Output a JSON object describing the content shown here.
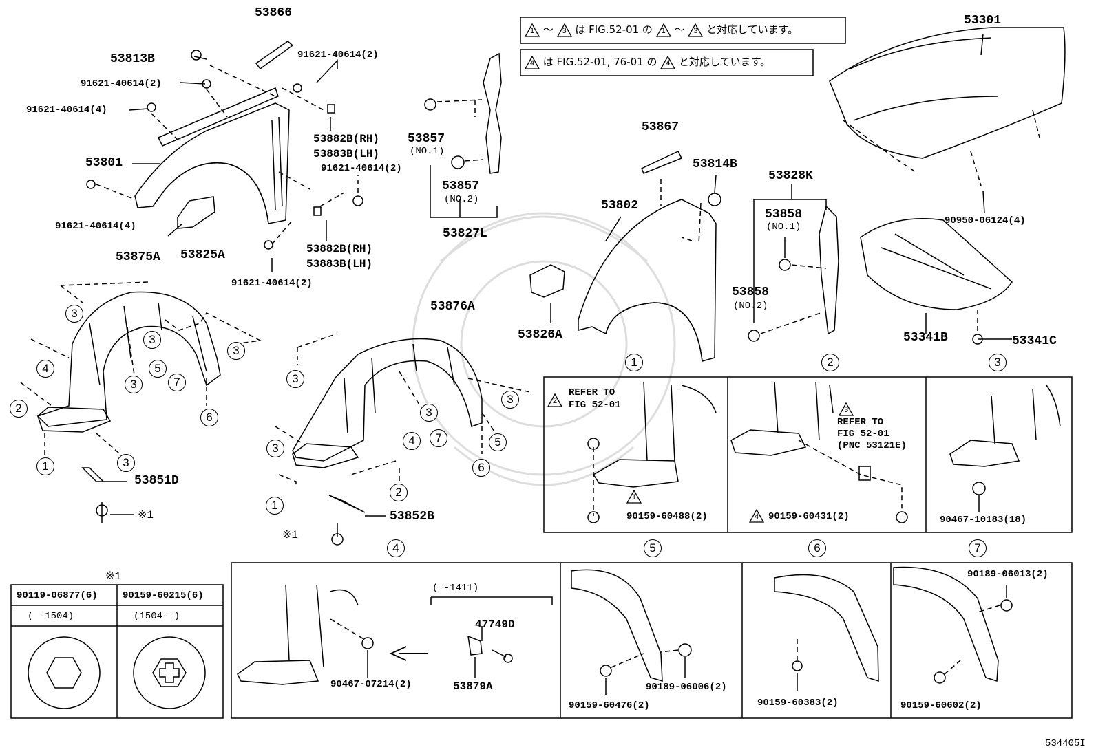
{
  "notes": {
    "note1": {
      "tri_a": "1",
      "tilde": "～",
      "tri_b": "3",
      "text1": "は FIG.52-01 の",
      "tri_c": "1",
      "tilde2": "～",
      "tri_d": "3",
      "text2": "と対応しています。"
    },
    "note2": {
      "tri_a": "4",
      "text1": "は FIG.52-01, 76-01 の",
      "tri_b": "4",
      "text2": "と対応しています。"
    }
  },
  "parts": {
    "p53866": "53866",
    "p53813B": "53813B",
    "p91621_a": "91621-40614(2)",
    "p91621_b": "91621-40614(2)",
    "p91621_c": "91621-40614(4)",
    "p53801": "53801",
    "p53882B_1": "53882B(RH)",
    "p53883B_1": "53883B(LH)",
    "p91621_d": "91621-40614(2)",
    "p91621_e": "91621-40614(4)",
    "p53825A": "53825A",
    "p53882B_2": "53882B(RH)",
    "p53883B_2": "53883B(LH)",
    "p91621_f": "91621-40614(2)",
    "p53857_1": "53857",
    "p53857_1n": "(NO.1)",
    "p53857_2": "53857",
    "p53857_2n": "(NO.2)",
    "p53827L": "53827L",
    "p53875A": "53875A",
    "p53851D": "53851D",
    "p53876A": "53876A",
    "p53852B": "53852B",
    "p53867": "53867",
    "p53814B": "53814B",
    "p53802": "53802",
    "p53826A": "53826A",
    "p53828K": "53828K",
    "p53858_1": "53858",
    "p53858_1n": "(NO.1)",
    "p53858_2": "53858",
    "p53858_2n": "(NO.2)",
    "p53301": "53301",
    "p90950": "90950-06124(4)",
    "p53341B": "53341B",
    "p53341C": "53341C",
    "star1_a": "※1",
    "star1_b": "※1"
  },
  "callouts": {
    "c1": "1",
    "c2": "2",
    "c3": "3",
    "c4": "4",
    "c5": "5",
    "c6": "6",
    "c7": "7"
  },
  "detail_boxes": {
    "box1": {
      "refer": "REFER TO",
      "fig": "FIG 52-01",
      "tri": "2",
      "tri_bottom": "1",
      "part": "90159-60488(2)"
    },
    "box2": {
      "tri": "3",
      "refer": "REFER TO",
      "fig": "FIG 52-01",
      "pnc": "(PNC 53121E)",
      "tri_bottom": "4",
      "part": "90159-60431(2)"
    },
    "box3": {
      "part": "90467-10183(18)"
    },
    "box4": {
      "range": "(      -1411)",
      "p47749D": "47749D",
      "p53879A": "53879A",
      "p90467": "90467-07214(2)"
    },
    "box5": {
      "p1": "90159-60476(2)",
      "p2": "90189-06006(2)"
    },
    "box6": {
      "p1": "90159-60383(2)"
    },
    "box7": {
      "p1": "90189-06013(2)",
      "p2": "90159-60602(2)"
    }
  },
  "fastener_table": {
    "title": "※1",
    "col1_part": "90119-06877(6)",
    "col2_part": "90159-60215(6)",
    "col1_range": "(      -1504)",
    "col2_range": "(1504-      )"
  },
  "figure_id": "534405I"
}
